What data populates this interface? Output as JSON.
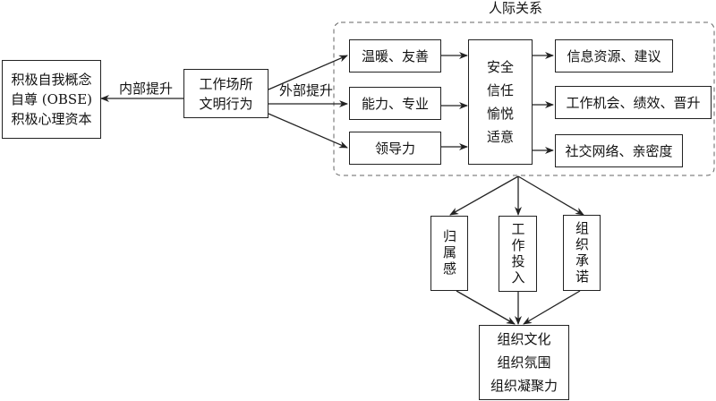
{
  "group": {
    "title": "人际关系"
  },
  "nodes": {
    "outcome_self": "积极自我概念\n自尊 (OBSE)\n积极心理资本",
    "civility": "工作场所\n文明行为",
    "warmth": "温暖、友善",
    "competence": "能力、专业",
    "leadership": "领导力",
    "psych": "安全\n信任\n愉悦\n适意",
    "info": "信息资源、建议",
    "job": "工作机会、绩效、晋升",
    "social": "社交网络、亲密度",
    "belonging": "归属感",
    "engagement": "工作投入",
    "commitment": "组织承诺",
    "org": "组织文化\n组织氛围\n组织凝聚力"
  },
  "edge_labels": {
    "internal": "内部提升",
    "external": "外部提升"
  }
}
